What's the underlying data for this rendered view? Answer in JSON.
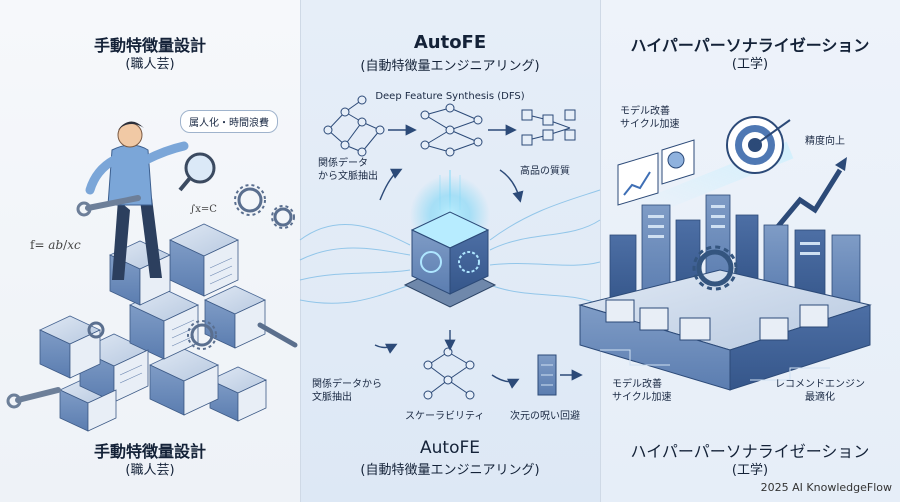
{
  "left": {
    "title_top": "手動特徴量設計",
    "subtitle_top": "(職人芸)",
    "callout": "属人化・時間浪費",
    "formula_1": "f= 𝑎𝑏/𝑥𝑐",
    "formula_2": "∫x=C",
    "title_bottom": "手動特徴量設計",
    "subtitle_bottom": "(職人芸)"
  },
  "center": {
    "title_top": "AutoFE",
    "subtitle_top": "(自動特徴量エンジニアリング)",
    "dfs_label": "Deep Feature Synthesis (DFS)",
    "label_relational_line1": "関係データ",
    "label_relational_line2": "から文脈抽出",
    "label_quality": "高品の質質",
    "label_relational2_line1": "関係データから",
    "label_relational2_line2": "文脈抽出",
    "label_scalability": "スケーラビリティ",
    "label_curse": "次元の呪い回避",
    "title_bottom": "AutoFE",
    "subtitle_bottom": "(自動特徴量エンジニアリング)"
  },
  "right": {
    "title_top": "ハイパーパーソナライゼーション",
    "subtitle_top": "(工学)",
    "label_model_top_line1": "モデル改善",
    "label_model_top_line2": "サイクル加速",
    "label_accuracy": "精度向上",
    "label_model_bottom_line1": "モデル改善",
    "label_model_bottom_line2": "サイクル加速",
    "label_reco_line1": "レコメンドエンジン",
    "label_reco_line2": "最適化",
    "title_bottom": "ハイパーパーソナライゼーション",
    "subtitle_bottom": "(工学)"
  },
  "credit": "2025 AI KnowledgeFlow",
  "colors": {
    "accent": "#3f6fb5",
    "dark": "#23406e",
    "light": "#b9cde8",
    "glow": "#5fc8f0"
  }
}
